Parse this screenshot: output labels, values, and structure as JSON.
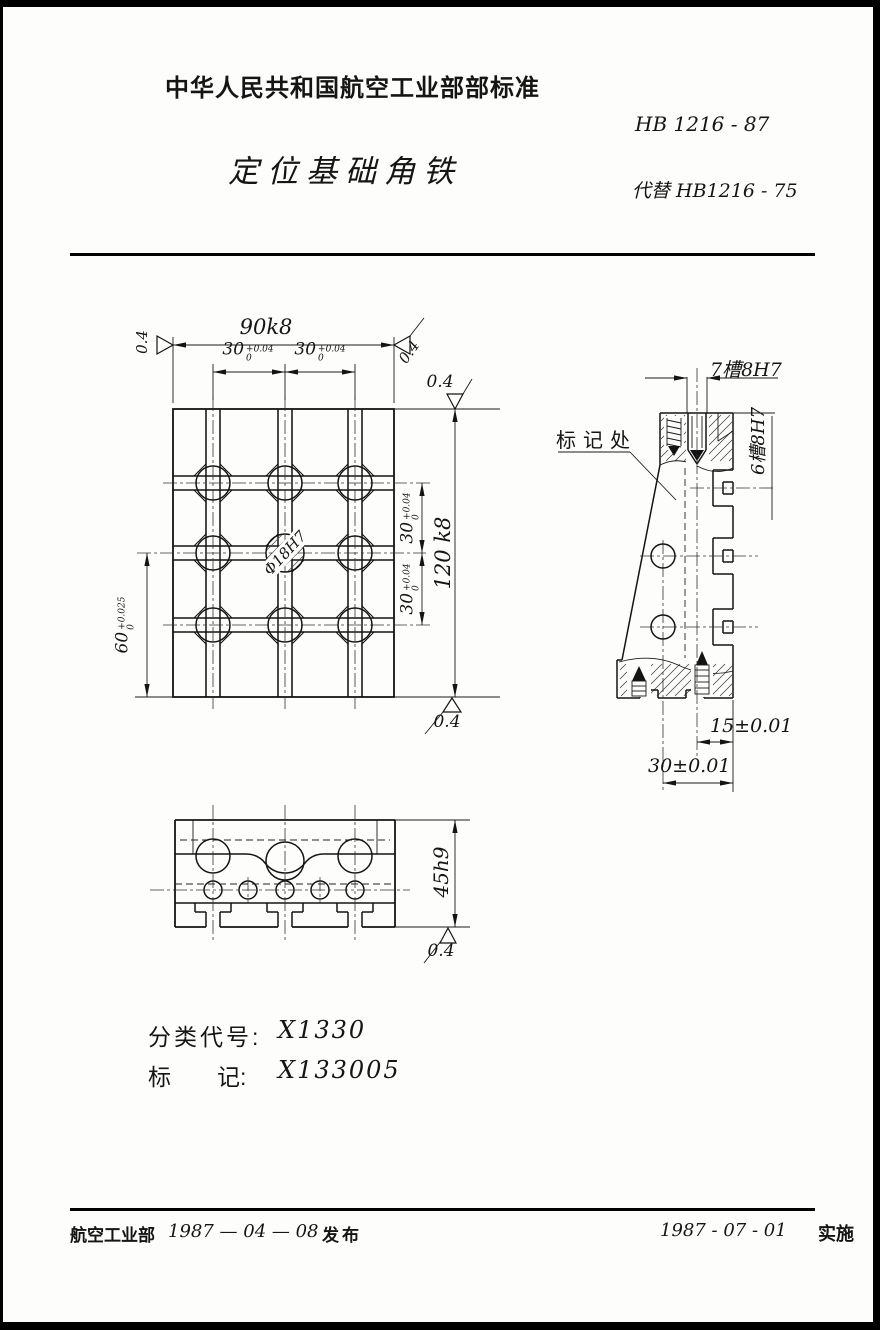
{
  "header": {
    "org": "中华人民共和国航空工业部部标准",
    "standard_no": "HB 1216 - 87",
    "title": "定位基础角铁",
    "replaces": "代替 HB1216 - 75"
  },
  "plan_view": {
    "dim_width": "90k8",
    "dim_height": "120 k8",
    "dim_col": {
      "v": "30",
      "up": "+0.04",
      "lo": "0"
    },
    "dim_row": {
      "v": "30",
      "up": "+0.04",
      "lo": "0"
    },
    "dim_60": {
      "v": "60",
      "up": "+0.025",
      "lo": "0"
    },
    "center_hole": "Φ18H7",
    "finish": "0.4"
  },
  "side_view": {
    "slot_top_label": "7槽8H7",
    "slot_side_label": "6槽8H7",
    "mark_label": "标记处",
    "dim_15": "15±0.01",
    "dim_30": "30±0.01"
  },
  "front_view": {
    "dim_height": "45h9",
    "finish": "0.4"
  },
  "classification": {
    "code_label": "分类代号:",
    "code_value": "X1330",
    "mark_label": "标　　记:",
    "mark_value": "X133005"
  },
  "footer": {
    "issuer": "航空工业部",
    "issue_date": "1987 — 04 — 08",
    "issue_label": "发布",
    "impl_date": "1987 - 07 - 01",
    "impl_label": "实施"
  }
}
